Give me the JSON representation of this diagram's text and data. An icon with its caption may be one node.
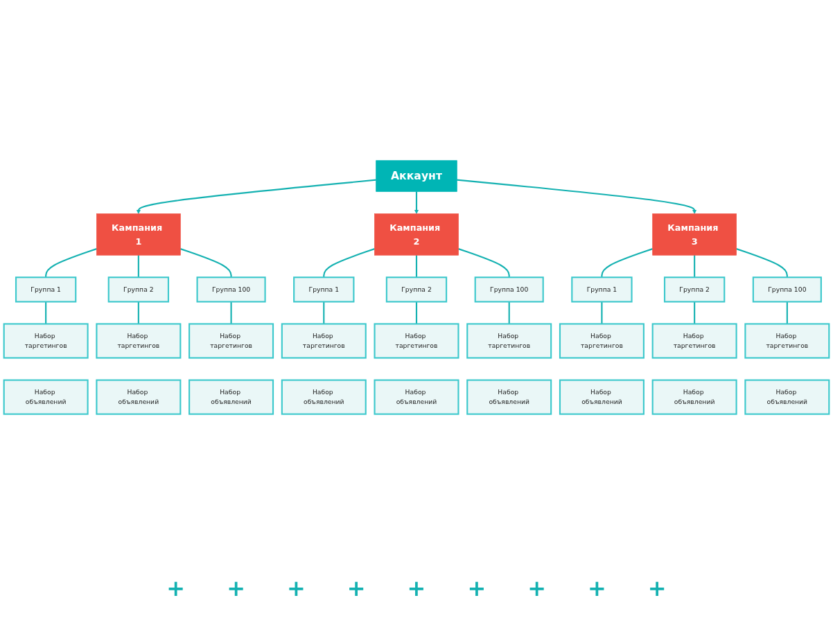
{
  "diagram": {
    "nodes": [
      {
        "text": [
          "Аккаунт"
        ]
      },
      {
        "text": [
          "Кампания 1"
        ]
      },
      {
        "text": [
          "Кампания 2"
        ]
      },
      {
        "text": [
          "Кампания 3"
        ]
      },
      {
        "text": [
          "Группа 1"
        ]
      },
      {
        "text": [
          "Группа 2"
        ]
      },
      {
        "text": [
          "Группа 100"
        ]
      },
      {
        "text": [
          "Группа 1"
        ]
      },
      {
        "text": [
          "Группа 2"
        ]
      },
      {
        "text": [
          "Группа 100"
        ]
      },
      {
        "text": [
          "Группа 1"
        ]
      },
      {
        "text": [
          "Группа 2"
        ]
      },
      {
        "text": [
          "Группа 100"
        ]
      },
      {
        "text": [
          "Набор таргетингов"
        ]
      },
      {
        "text": [
          "Набор таргетингов"
        ]
      },
      {
        "text": [
          "Набор таргетингов"
        ]
      },
      {
        "text": [
          "Набор таргетингов"
        ]
      },
      {
        "text": [
          "Набор таргетингов"
        ]
      },
      {
        "text": [
          "Набор таргетингов"
        ]
      },
      {
        "text": [
          "Набор таргетингов"
        ]
      },
      {
        "text": [
          "Набор таргетингов"
        ]
      },
      {
        "text": [
          "Набор таргетингов"
        ]
      },
      {
        "text": [
          "Набор объявлений"
        ]
      },
      {
        "text": [
          "Набор объявлений"
        ]
      },
      {
        "text": [
          "Набор объявлений"
        ]
      },
      {
        "text": [
          "Набор объявлений"
        ]
      },
      {
        "text": [
          "Набор объявлений"
        ]
      },
      {
        "text": [
          "Набор объявлений"
        ]
      },
      {
        "text": [
          "Набор объявлений"
        ]
      },
      {
        "text": [
          "Набор объявлений"
        ]
      },
      {
        "text": [
          "Набор объявлений"
        ]
      }
    ],
    "edges": [
      {
        "from": 0,
        "to": 1,
        "arrow": "to"
      },
      {
        "from": 0,
        "to": 2,
        "arrow": "to"
      },
      {
        "from": 0,
        "to": 3,
        "arrow": "to"
      },
      {
        "from": 1,
        "to": 4,
        "arrow": "none"
      },
      {
        "from": 1,
        "to": 5,
        "arrow": "none"
      },
      {
        "from": 1,
        "to": 6,
        "arrow": "none"
      },
      {
        "from": 2,
        "to": 7,
        "arrow": "none"
      },
      {
        "from": 2,
        "to": 8,
        "arrow": "none"
      },
      {
        "from": 2,
        "to": 9,
        "arrow": "none"
      },
      {
        "from": 3,
        "to": 10,
        "arrow": "none"
      },
      {
        "from": 3,
        "to": 11,
        "arrow": "none"
      },
      {
        "from": 3,
        "to": 12,
        "arrow": "none"
      },
      {
        "from": 4,
        "to": 13,
        "arrow": "none"
      },
      {
        "from": 5,
        "to": 14,
        "arrow": "none"
      },
      {
        "from": 6,
        "to": 15,
        "arrow": "none"
      },
      {
        "from": 7,
        "to": 16,
        "arrow": "none"
      },
      {
        "from": 8,
        "to": 17,
        "arrow": "none"
      },
      {
        "from": 9,
        "to": 18,
        "arrow": "none"
      },
      {
        "from": 10,
        "to": 19,
        "arrow": "none"
      },
      {
        "from": 11,
        "to": 20,
        "arrow": "none"
      },
      {
        "from": 12,
        "to": 21,
        "arrow": "none"
      }
    ],
    "labels": [
      "+",
      "+",
      "+",
      "+",
      "+",
      "+",
      "+",
      "+",
      "+"
    ]
  }
}
